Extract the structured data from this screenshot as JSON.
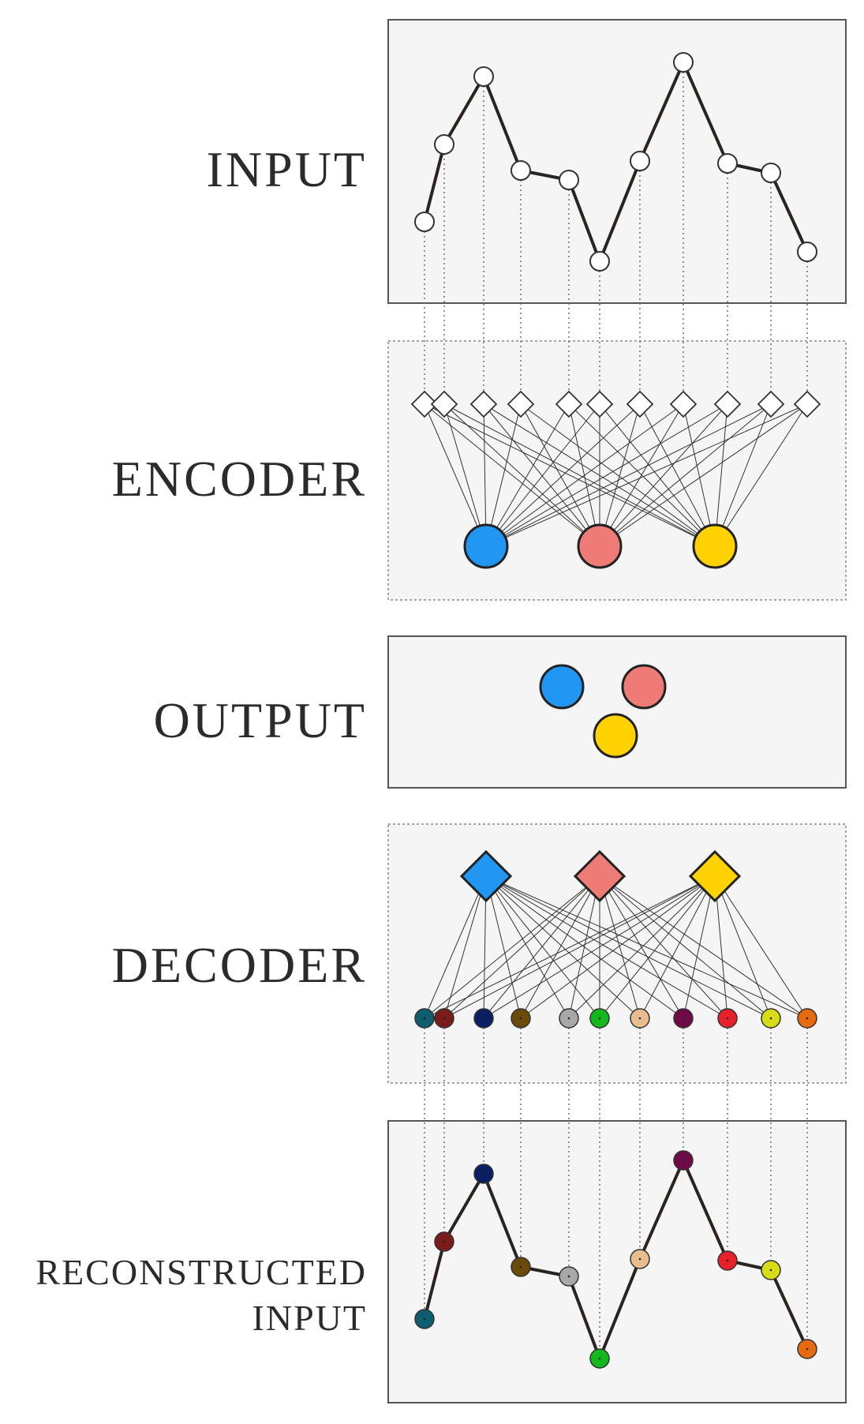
{
  "stages": {
    "input": "INPUT",
    "encoder": "ENCODER",
    "output": "OUTPUT",
    "decoder": "DECODER",
    "reconstructed_line1": "RECONSTRUCTED",
    "reconstructed_line2": "INPUT"
  },
  "input_nodes_count": 11,
  "latent_colors": [
    "#2196F3",
    "#EF7B76",
    "#FFD200"
  ],
  "reconstruction_colors": [
    "#0E5E6F",
    "#7A1C1C",
    "#0A1F63",
    "#6B4A0A",
    "#A8A8A8",
    "#12B81C",
    "#E8BE8E",
    "#6E0A48",
    "#E8202A",
    "#D8DC14",
    "#E86A10"
  ]
}
